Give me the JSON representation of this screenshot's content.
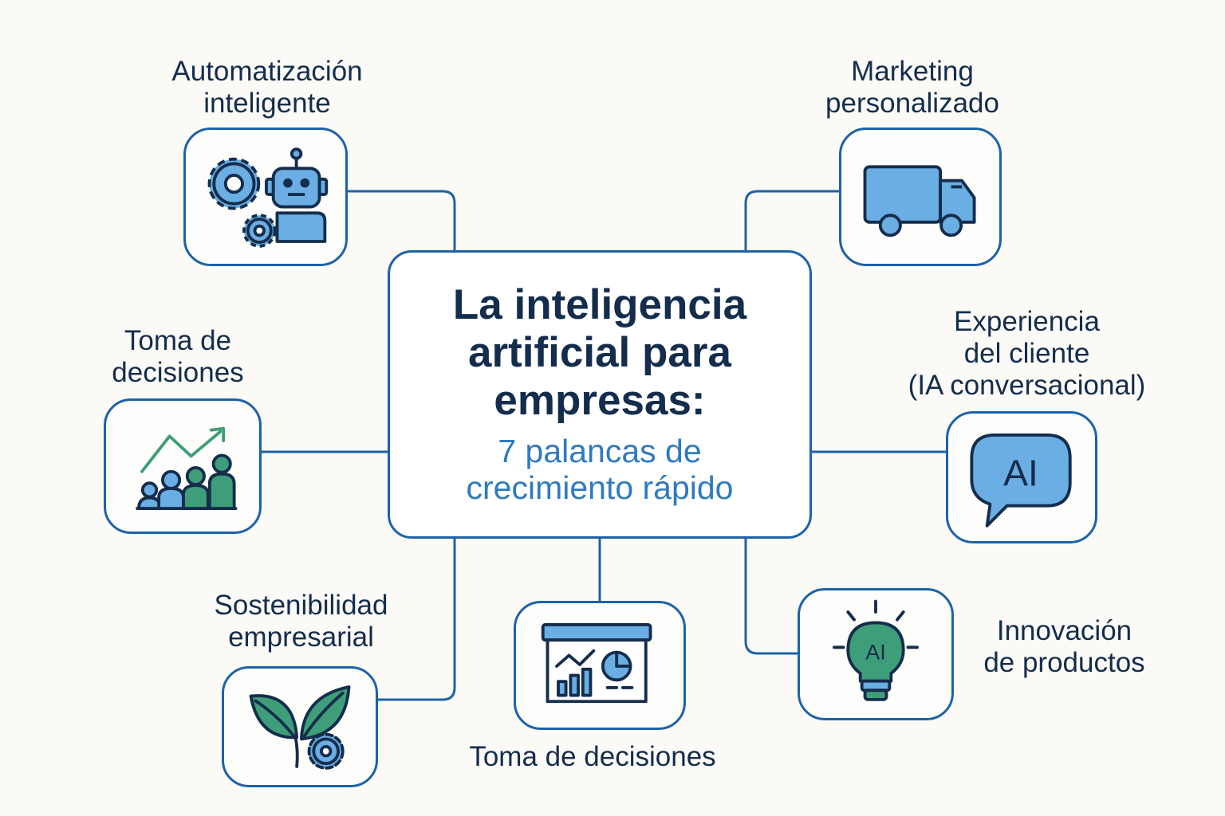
{
  "center": {
    "title_lines": [
      "La inteligencia",
      "artificial para",
      "empresas:"
    ],
    "subtitle_lines": [
      "7 palancas de",
      "crecimiento rápido"
    ]
  },
  "nodes": {
    "automatizacion": {
      "lines": [
        "Automatización",
        "inteligente"
      ],
      "icon": "gears-robot-icon"
    },
    "marketing": {
      "lines": [
        "Marketing",
        "personalizado"
      ],
      "icon": "delivery-truck-icon"
    },
    "decisiones_left": {
      "lines": [
        "Toma de",
        "decisiones"
      ],
      "icon": "growth-team-chart-icon"
    },
    "experiencia": {
      "lines": [
        "Experiencia",
        "del cliente",
        "(IA conversacional)"
      ],
      "icon": "ai-chat-bubble-icon",
      "icon_text": "AI"
    },
    "sostenibilidad": {
      "lines": [
        "Sostenibilidad",
        "empresarial"
      ],
      "icon": "leaf-gear-icon"
    },
    "decisiones_bottom": {
      "lines": [
        "Toma de decisiones"
      ],
      "icon": "dashboard-board-icon"
    },
    "innovacion": {
      "lines": [
        "Innovación",
        "de productos"
      ],
      "icon": "ai-lightbulb-icon",
      "icon_text": "AI"
    }
  },
  "colors": {
    "navy": "#142d4c",
    "border_blue": "#1d62a8",
    "light_blue": "#6aaee3",
    "accent_blue": "#2f7ac0",
    "green": "#3f9e7a",
    "background": "#fbfaf7"
  }
}
